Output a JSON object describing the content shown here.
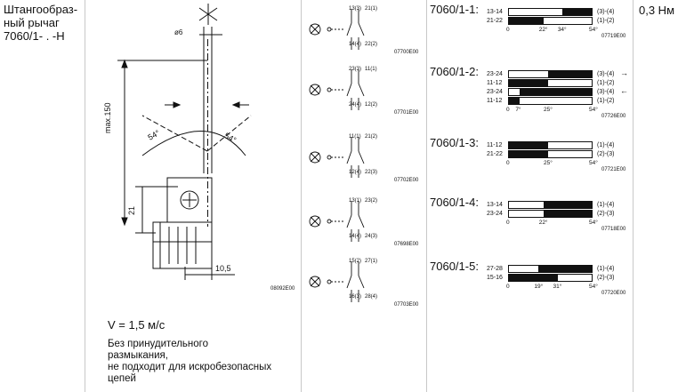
{
  "left_title": [
    "Штангообраз-",
    "ный рычаг",
    "7060/1- . -H"
  ],
  "drawing": {
    "diameter": "ø6",
    "max_length": "max.150",
    "angle_left": "54°",
    "angle_right": "54°",
    "height": "21",
    "width": "10,5",
    "code": "08092E00"
  },
  "speed": "V = 1,5 м/с",
  "note": [
    "Без принудительного",
    "размыкания,",
    "не подходит для искробезопасных",
    "цепей"
  ],
  "torque": "0,3 Нм",
  "schematics": [
    {
      "top": [
        "13(3)",
        "21(1)"
      ],
      "bottom": [
        "14(4)",
        "22(2)"
      ],
      "code": "07700E00"
    },
    {
      "top": [
        "23(3)",
        "11(1)"
      ],
      "bottom": [
        "24(4)",
        "12(2)"
      ],
      "code": "07701E00"
    },
    {
      "top": [
        "11(1)",
        "21(2)"
      ],
      "bottom": [
        "12(4)",
        "22(3)"
      ],
      "code": "07702E00"
    },
    {
      "top": [
        "13(1)",
        "23(2)"
      ],
      "bottom": [
        "14(4)",
        "24(3)"
      ],
      "code": "07698E00"
    },
    {
      "top": [
        "15(2)",
        "27(1)"
      ],
      "bottom": [
        "16(3)",
        "28(4)"
      ],
      "code": "07703E00"
    }
  ],
  "models": [
    {
      "name": "7060/1-1:",
      "rows": [
        {
          "label": "13-14",
          "right": "(3)-(4)",
          "segments": [
            [
              34,
              54
            ]
          ]
        },
        {
          "label": "21-22",
          "right": "(1)-(2)",
          "segments": [
            [
              0,
              22
            ]
          ]
        }
      ],
      "ticks": [
        "0",
        "22°",
        "34°",
        "54°"
      ],
      "tick_values": [
        0,
        22,
        34,
        54
      ],
      "code": "07719E00"
    },
    {
      "name": "7060/1-2:",
      "rows": [
        {
          "label": "23-24",
          "right": "(3)-(4)",
          "segments": [
            [
              25,
              54
            ]
          ],
          "arrow": "right"
        },
        {
          "label": "11-12",
          "right": "(1)-(2)",
          "segments": [
            [
              0,
              25
            ]
          ]
        },
        {
          "label": "23-24",
          "right": "(3)-(4)",
          "segments": [
            [
              7,
              54
            ]
          ],
          "arrow": "left"
        },
        {
          "label": "11-12",
          "right": "(1)-(2)",
          "segments": [
            [
              0,
              7
            ]
          ]
        }
      ],
      "ticks": [
        "0",
        "7°",
        "25°",
        "54°"
      ],
      "tick_values": [
        0,
        7,
        25,
        54
      ],
      "code": "07726E00"
    },
    {
      "name": "7060/1-3:",
      "rows": [
        {
          "label": "11-12",
          "right": "(1)-(4)",
          "segments": [
            [
              0,
              25
            ]
          ]
        },
        {
          "label": "21-22",
          "right": "(2)-(3)",
          "segments": [
            [
              0,
              25
            ]
          ]
        }
      ],
      "ticks": [
        "0",
        "25°",
        "54°"
      ],
      "tick_values": [
        0,
        25,
        54
      ],
      "code": "07721E00"
    },
    {
      "name": "7060/1-4:",
      "rows": [
        {
          "label": "13-14",
          "right": "(1)-(4)",
          "segments": [
            [
              22,
              54
            ]
          ]
        },
        {
          "label": "23-24",
          "right": "(2)-(3)",
          "segments": [
            [
              22,
              54
            ]
          ]
        }
      ],
      "ticks": [
        "0",
        "22°",
        "54°"
      ],
      "tick_values": [
        0,
        22,
        54
      ],
      "code": "07718E00"
    },
    {
      "name": "7060/1-5:",
      "rows": [
        {
          "label": "27-28",
          "right": "(1)-(4)",
          "segments": [
            [
              19,
              54
            ]
          ]
        },
        {
          "label": "15-16",
          "right": "(2)-(3)",
          "segments": [
            [
              0,
              31
            ]
          ]
        }
      ],
      "ticks": [
        "0",
        "19°",
        "31°",
        "54°"
      ],
      "tick_values": [
        0,
        19,
        31,
        54
      ],
      "code": "07720E00"
    }
  ]
}
